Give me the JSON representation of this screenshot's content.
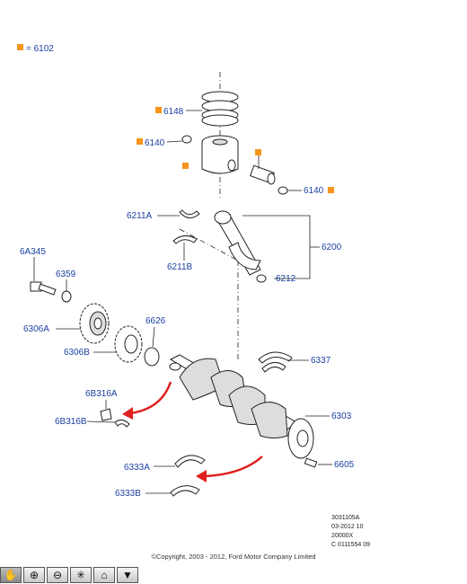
{
  "legend": {
    "symbol_color": "#f7941d",
    "text": "= 6102"
  },
  "labels": {
    "p6148": "6148",
    "p6140a": "6140",
    "p6140b": "6140",
    "p6211a": "6211A",
    "p6211b": "6211B",
    "p6200": "6200",
    "p6212": "6212",
    "p6a345": "6A345",
    "p6359": "6359",
    "p6306a": "6306A",
    "p6626": "6626",
    "p6306b": "6306B",
    "p6337": "6337",
    "p6b316a": "6B316A",
    "p6b316b": "6B316B",
    "p6303": "6303",
    "p6605": "6605",
    "p6333a": "6333A",
    "p6333b": "6333B"
  },
  "stamp": {
    "line1": "3031105A",
    "line2": "03-2012 10",
    "line3": "20000X",
    "line4": "C  0111554 09"
  },
  "copyright": "©Copyright, 2003 - 2012, Ford Motor Company Limited",
  "toolbar": {
    "buttons": [
      {
        "name": "pan-tool-button",
        "icon": "hand-icon",
        "glyph": "✋"
      },
      {
        "name": "zoom-in-button",
        "icon": "zoom-in-icon",
        "glyph": "⊕"
      },
      {
        "name": "zoom-out-button",
        "icon": "zoom-out-icon",
        "glyph": "⊖"
      },
      {
        "name": "select-tool-button",
        "icon": "cursor-icon",
        "glyph": "✳"
      },
      {
        "name": "home-button",
        "icon": "home-icon",
        "glyph": "⌂"
      },
      {
        "name": "menu-button",
        "icon": "triangle-down-icon",
        "glyph": "▼"
      }
    ]
  }
}
